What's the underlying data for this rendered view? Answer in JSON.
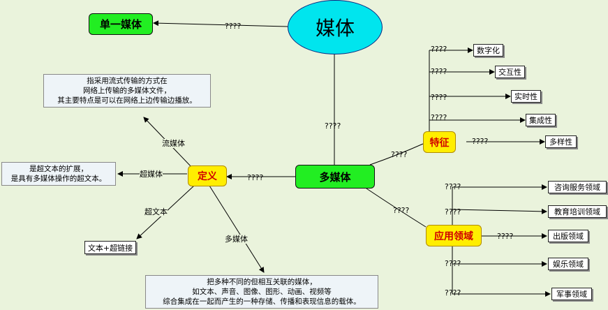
{
  "nodes": {
    "meiti": "媒体",
    "danyi": "单一媒体",
    "duomeiti": "多媒体",
    "tezheng": "特征",
    "dingyi": "定义",
    "yingyong": "应用领域"
  },
  "features": [
    "数字化",
    "交互性",
    "实时性",
    "集成性",
    "多样性"
  ],
  "applications": [
    "咨询服务领域",
    "教育培训领域",
    "出版领域",
    "娱乐领域",
    "军事领域"
  ],
  "definitions": {
    "liumeiti_label": "流媒体",
    "chaomeiti_label": "超媒体",
    "chaowenben_label": "超文本",
    "duomeiti_label": "多媒体",
    "wenben_link": "文本+超链接"
  },
  "notes": {
    "liumeiti": "指采用流式传输的方式在\n网络上传输的多媒体文件，\n其主要特点是可以在网络上边传输边播放。",
    "chaomeiti": "是超文本的扩展，\n是具有多媒体操作的超文本。",
    "duomeiti": "把多种不同的但相互关联的媒体，\n如文本、声音、图像、图形、动画、视频等\n综合集成在一起而产生的一种存储、传播和表现信息的载体。"
  },
  "link_label": "????"
}
